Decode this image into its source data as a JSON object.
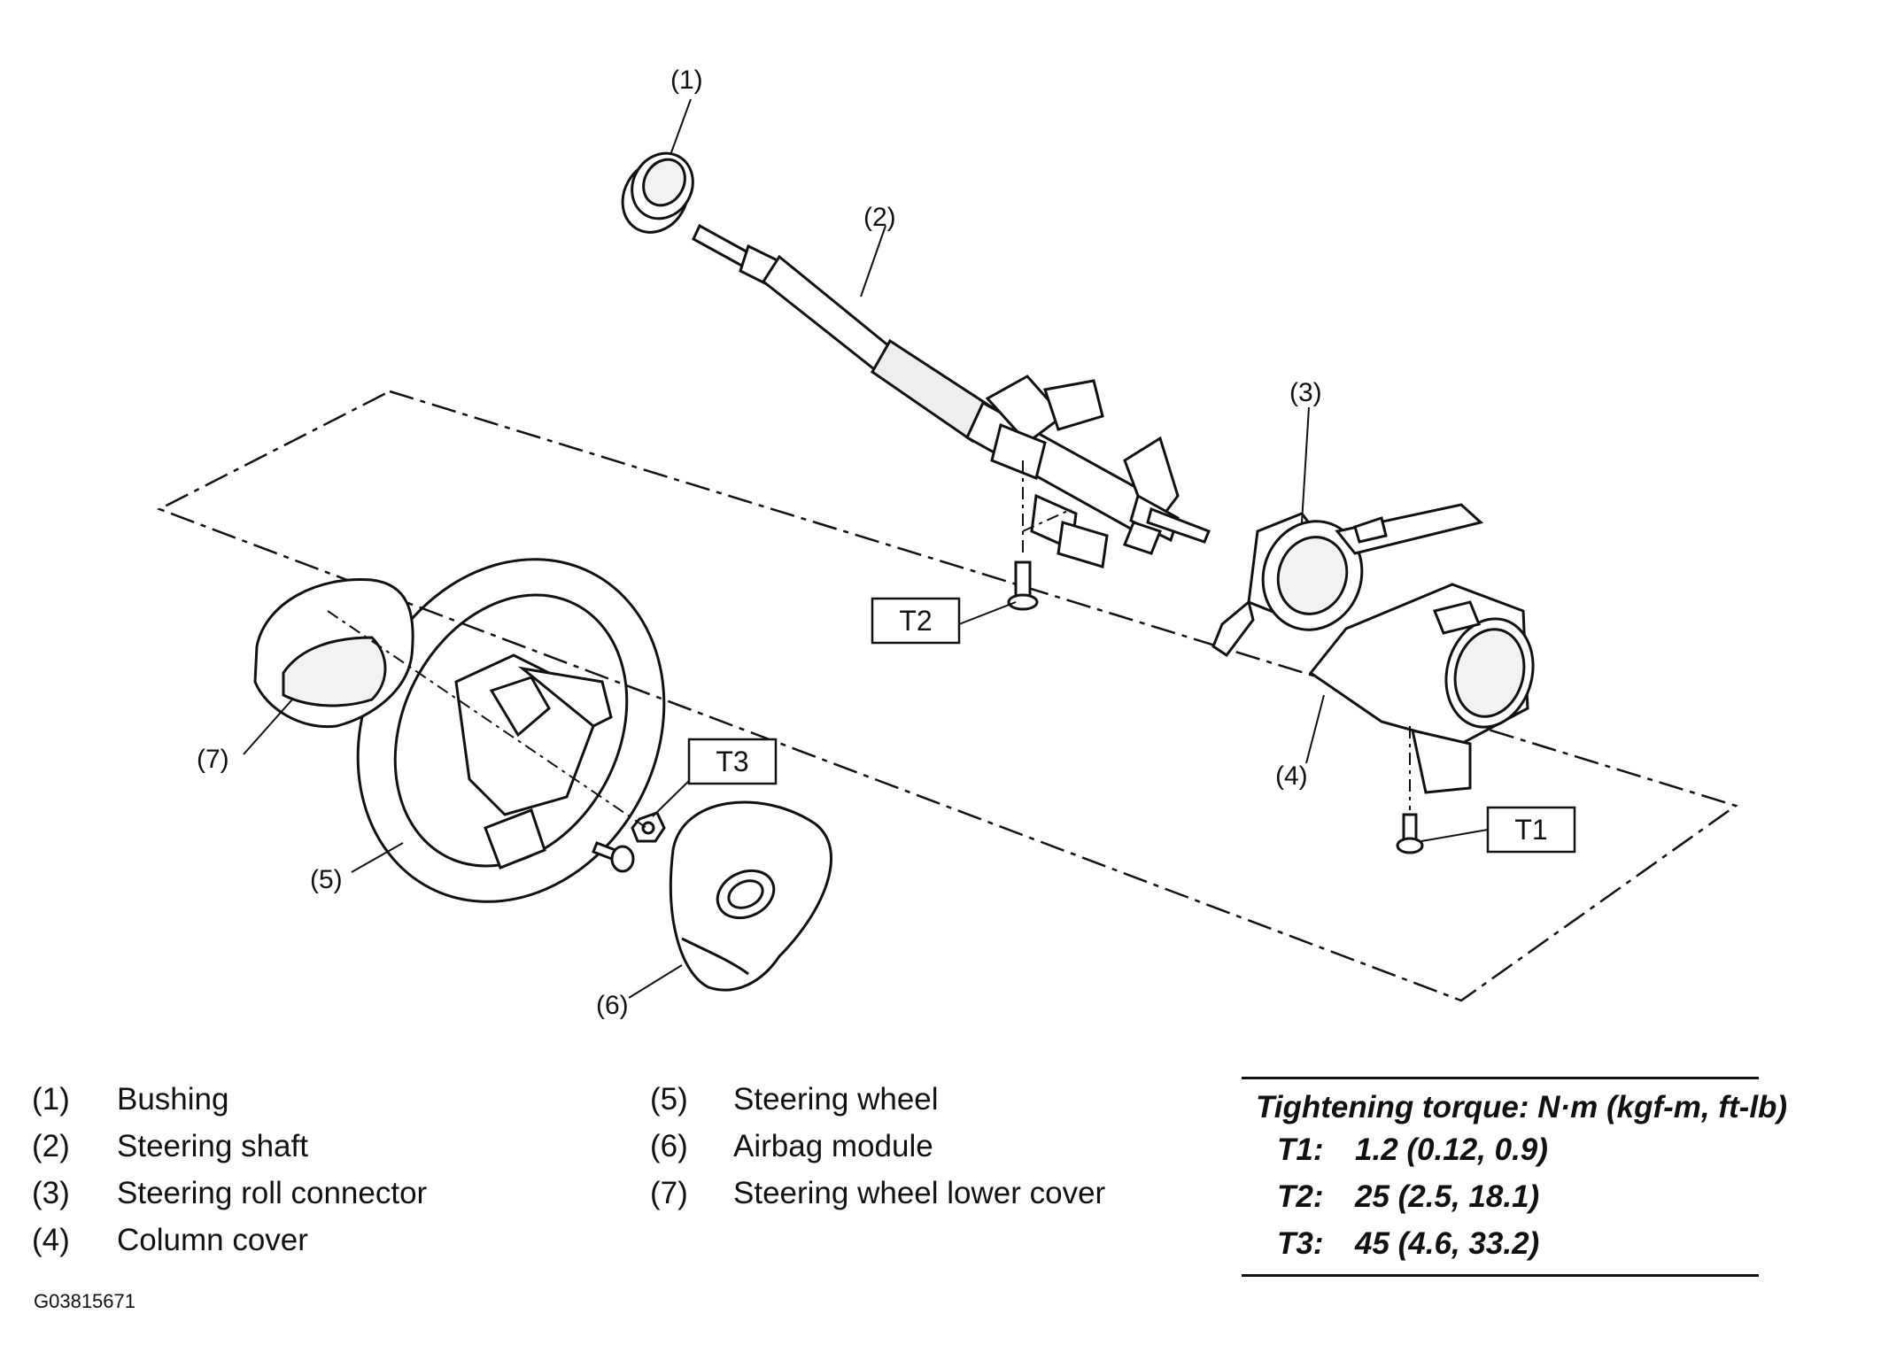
{
  "callouts": {
    "c1": "(1)",
    "c2": "(2)",
    "c3": "(3)",
    "c4": "(4)",
    "c5": "(5)",
    "c6": "(6)",
    "c7": "(7)"
  },
  "torque_boxes": {
    "t1": "T1",
    "t2": "T2",
    "t3": "T3"
  },
  "legend": [
    {
      "num": "(1)",
      "name": "Bushing"
    },
    {
      "num": "(2)",
      "name": "Steering shaft"
    },
    {
      "num": "(3)",
      "name": "Steering roll connector"
    },
    {
      "num": "(4)",
      "name": "Column cover"
    },
    {
      "num": "(5)",
      "name": "Steering wheel"
    },
    {
      "num": "(6)",
      "name": "Airbag module"
    },
    {
      "num": "(7)",
      "name": "Steering wheel lower cover"
    }
  ],
  "torque_table": {
    "title": "Tightening torque: N·m (kgf-m, ft-lb)",
    "rows": [
      {
        "code": "T1:",
        "value": "1.2 (0.12, 0.9)"
      },
      {
        "code": "T2:",
        "value": "25 (2.5, 18.1)"
      },
      {
        "code": "T3:",
        "value": "45 (4.6, 33.2)"
      }
    ]
  },
  "figure_id": "G03815671"
}
